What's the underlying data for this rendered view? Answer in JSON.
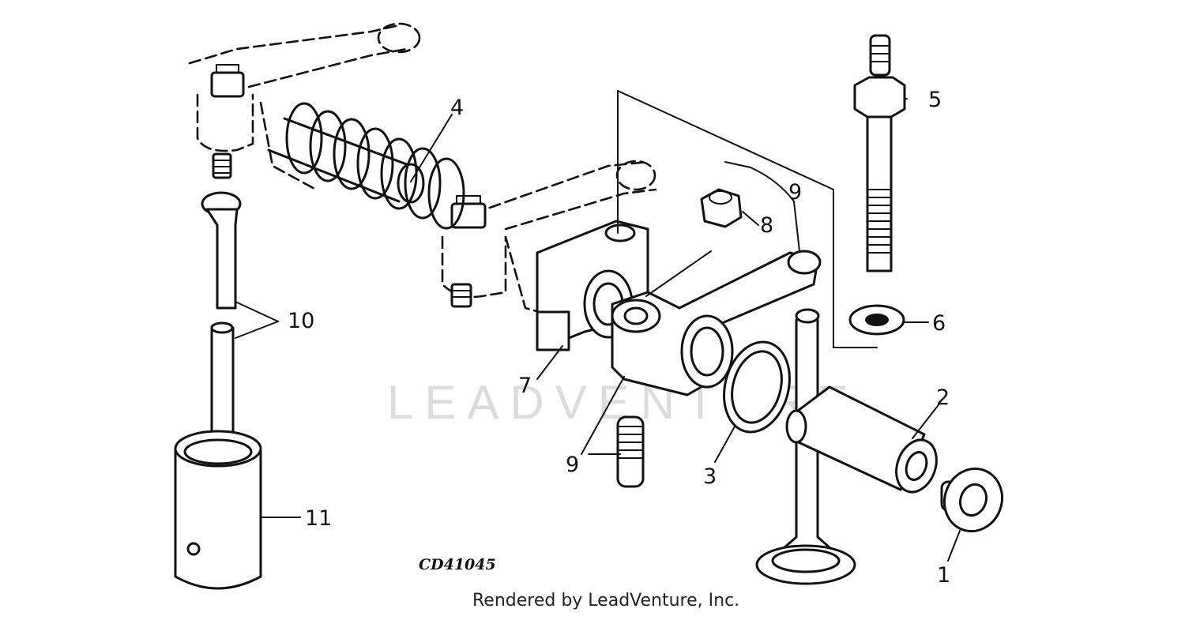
{
  "diagram": {
    "watermark": "LEADVENTURE",
    "reference_code": "CD41045",
    "credit": "Rendered by LeadVenture, Inc.",
    "callouts": [
      {
        "id": "1",
        "label": "1"
      },
      {
        "id": "2",
        "label": "2"
      },
      {
        "id": "3",
        "label": "3"
      },
      {
        "id": "4",
        "label": "4"
      },
      {
        "id": "5",
        "label": "5"
      },
      {
        "id": "6",
        "label": "6"
      },
      {
        "id": "7",
        "label": "7"
      },
      {
        "id": "8",
        "label": "8"
      },
      {
        "id": "9a",
        "label": "9"
      },
      {
        "id": "9b",
        "label": "9"
      },
      {
        "id": "10",
        "label": "10"
      },
      {
        "id": "11",
        "label": "11"
      }
    ]
  }
}
